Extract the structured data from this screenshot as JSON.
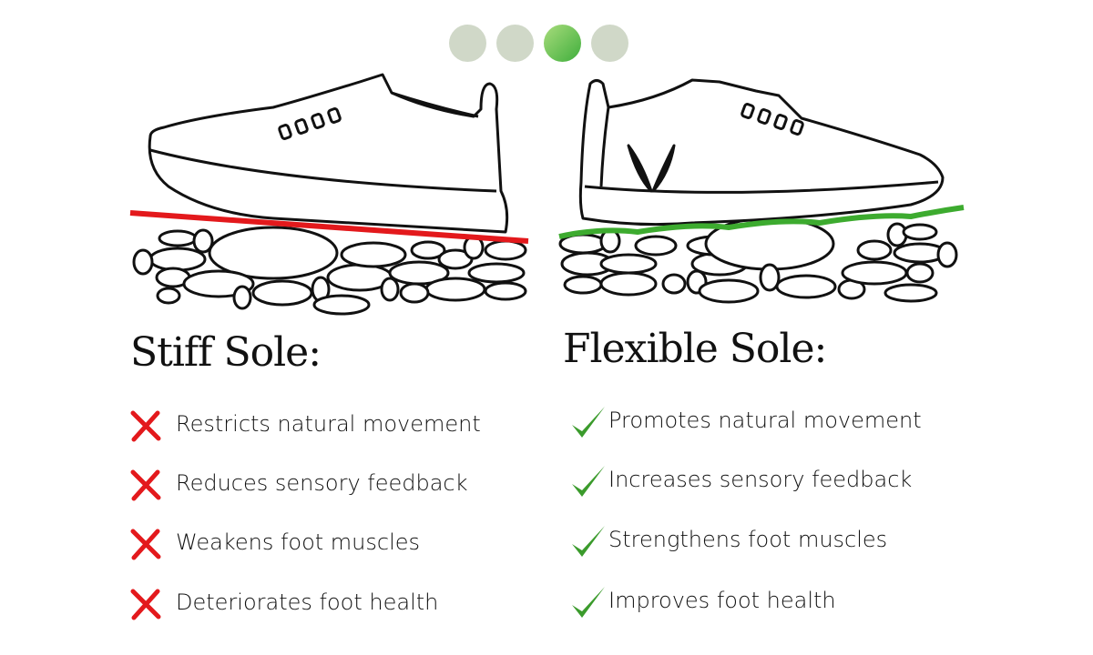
{
  "carousel": {
    "count": 4,
    "active_index": 2,
    "inactive_color": "#d0d8c8",
    "active_color": "#4cb444"
  },
  "colors": {
    "stiff_line": "#e3191c",
    "flexible_line": "#3dab2f",
    "cross": "#e3191c",
    "check": "#3b9b2c"
  },
  "left": {
    "title": "Stiff Sole:",
    "icon": "cross-icon",
    "items": [
      "Restricts natural movement",
      "Reduces sensory feedback",
      "Weakens foot muscles",
      "Deteriorates foot health"
    ]
  },
  "right": {
    "title": "Flexible Sole:",
    "icon": "check-icon",
    "items": [
      "Promotes natural movement",
      "Increases sensory feedback",
      "Strengthens foot muscles",
      "Improves foot health"
    ]
  }
}
